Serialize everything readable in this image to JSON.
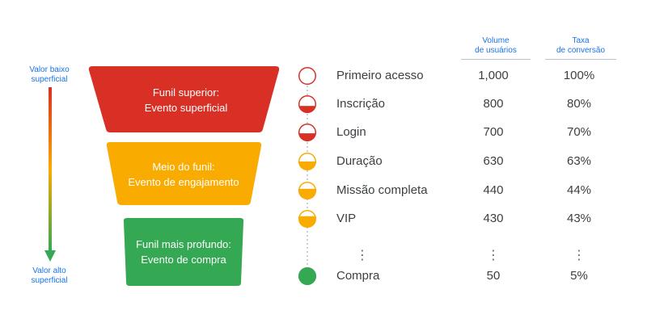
{
  "axis": {
    "top_label_line1": "Valor baixo",
    "top_label_line2": "superficial",
    "bottom_label_line1": "Valor alto",
    "bottom_label_line2": "superficial"
  },
  "funnel": [
    {
      "line1": "Funil superior:",
      "line2": "Evento superficial",
      "color": "#d93025"
    },
    {
      "line1": "Meio do funil:",
      "line2": "Evento de engajamento",
      "color": "#f9ab00"
    },
    {
      "line1": "Funil mais profundo:",
      "line2": "Evento de compra",
      "color": "#34a853"
    }
  ],
  "columns": {
    "volume_line1": "Volume",
    "volume_line2": "de usuários",
    "rate_line1": "Taxa",
    "rate_line2": "de conversão"
  },
  "steps": [
    {
      "name": "Primeiro acesso",
      "volume": "1,000",
      "rate": "100%",
      "fill": 0.0,
      "color": "#d93025"
    },
    {
      "name": "Inscrição",
      "volume": "800",
      "rate": "80%",
      "fill": 0.4,
      "color": "#d93025"
    },
    {
      "name": "Login",
      "volume": "700",
      "rate": "70%",
      "fill": 0.45,
      "color": "#d93025"
    },
    {
      "name": "Duração",
      "volume": "630",
      "rate": "63%",
      "fill": 0.5,
      "color": "#f9ab00"
    },
    {
      "name": "Missão completa",
      "volume": "440",
      "rate": "44%",
      "fill": 0.6,
      "color": "#f9ab00"
    },
    {
      "name": "VIP",
      "volume": "430",
      "rate": "43%",
      "fill": 0.65,
      "color": "#f9ab00"
    },
    {
      "name": "Compra",
      "volume": "50",
      "rate": "5%",
      "fill": 1.0,
      "color": "#34a853"
    }
  ],
  "ellipsis": "⋮"
}
